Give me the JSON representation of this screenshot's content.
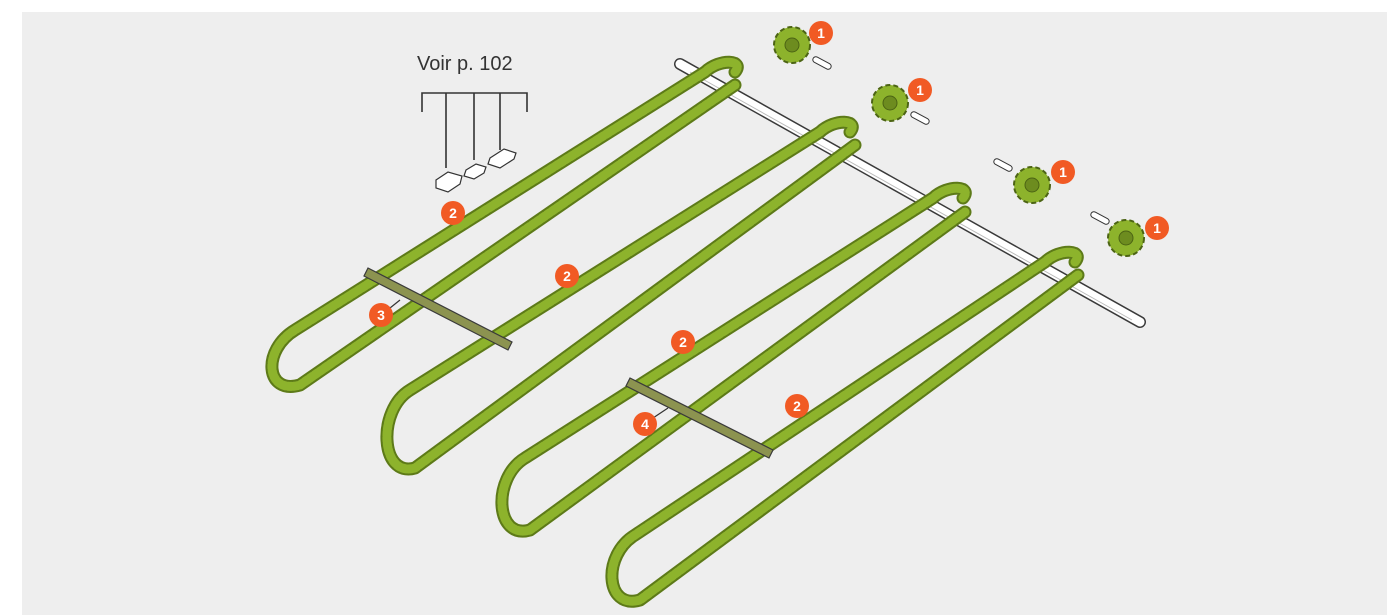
{
  "reference_note": "Voir p. 102",
  "colors": {
    "background": "#eeeeee",
    "chain": "#8db32c",
    "chain_dark": "#6d8c1f",
    "badge": "#f15a24",
    "outline": "#3a3a3a",
    "shaft": "#ffffff"
  },
  "callouts": {
    "sprocket_1": "1",
    "sprocket_2": "1",
    "sprocket_3": "1",
    "sprocket_4": "1",
    "chain_link": "2",
    "chain_1": "2",
    "chain_2": "2",
    "chain_3": "2",
    "bar_1": "3",
    "bar_2": "4"
  }
}
